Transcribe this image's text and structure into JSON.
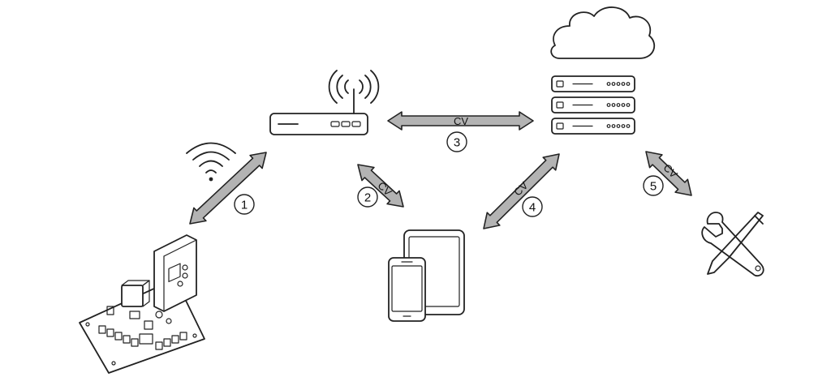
{
  "colors": {
    "arrow_fill": "#b3b3b3",
    "arrow_stroke": "#222222",
    "ink": "#222222",
    "background": "#ffffff"
  },
  "icons": {
    "cloud": "cloud-icon",
    "servers": "server-stack-icon",
    "router": "wifi-router-icon",
    "wifi": "wifi-signal-icon",
    "mobile": "tablet-and-phone-icon",
    "tools": "wrench-screwdriver-icon",
    "controller": "controller-board-icon"
  },
  "connections": [
    {
      "number": "1",
      "label": ""
    },
    {
      "number": "2",
      "label": "CV"
    },
    {
      "number": "3",
      "label": "CV"
    },
    {
      "number": "4",
      "label": "CV"
    },
    {
      "number": "5",
      "label": "CV"
    }
  ]
}
